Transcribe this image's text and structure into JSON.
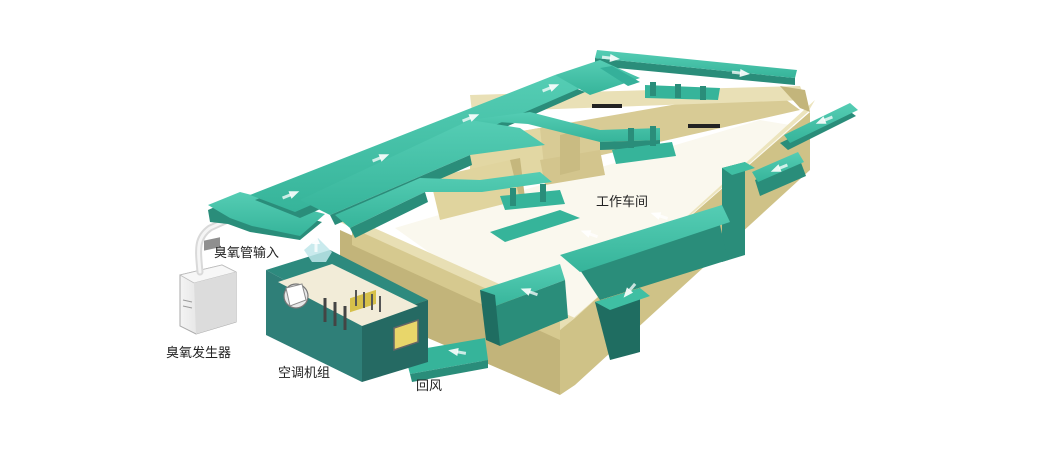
{
  "labels": {
    "workshop": "工作车间",
    "ozone_input": "臭氧管输入",
    "ozone_generator": "臭氧发生器",
    "ahu": "空调机组",
    "return_air": "回风"
  },
  "colors": {
    "duct_top": "#3fbfa3",
    "duct_side": "#2a8d7a",
    "duct_dark": "#1f6d61",
    "wall_top": "#e6dcae",
    "wall_inner": "#d3c58f",
    "wall_outer": "#b9ac73",
    "ahu_body": "#2f8c80",
    "ahu_frame": "#1f5f5a",
    "generator": "#e3e3e3",
    "arrow": "#ffffff"
  },
  "icons": [
    "flow-arrow-icon",
    "vent-slot-icon"
  ]
}
